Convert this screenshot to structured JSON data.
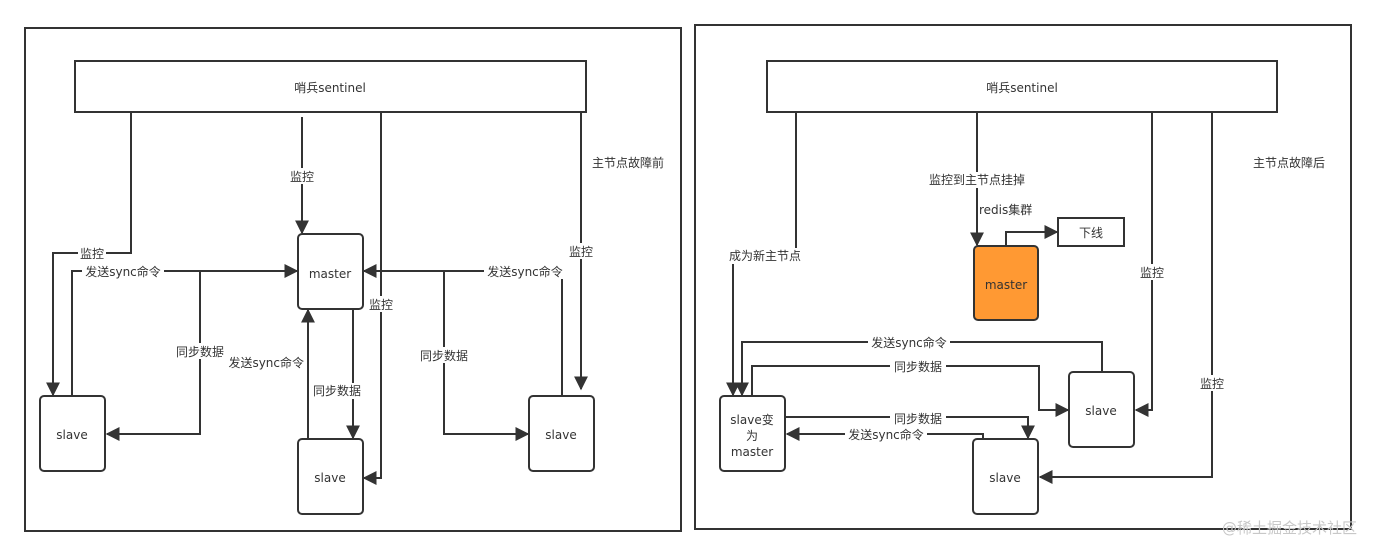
{
  "colors": {
    "stroke": "#333333",
    "failed_master_fill": "#FF9933",
    "node_fill": "#ffffff",
    "watermark": "#c8c8c8"
  },
  "left_panel": {
    "caption": "主节点故障前",
    "sentinel": "哨兵sentinel",
    "master": "master",
    "slave_left": "slave",
    "slave_bottom": "slave",
    "slave_right": "slave",
    "edges": {
      "monitor_master": "监控",
      "monitor_slave_left": "监控",
      "monitor_slave_bottom": "监控",
      "monitor_slave_right": "监控",
      "sync_cmd_left": "发送sync命令",
      "sync_data_left": "同步数据",
      "sync_cmd_bottom": "发送sync命令",
      "sync_data_bottom": "同步数据",
      "sync_cmd_right": "发送sync命令",
      "sync_data_right": "同步数据"
    }
  },
  "right_panel": {
    "caption": "主节点故障后",
    "sentinel": "哨兵sentinel",
    "failed_master": "master",
    "offline": "下线",
    "new_master_lines": [
      "slave变",
      "为",
      "master"
    ],
    "slave_right": "slave",
    "slave_bottom": "slave",
    "edges": {
      "detect_failure": "监控到主节点挂掉",
      "cluster": "redis集群",
      "promote": "成为新主节点",
      "monitor_slave_right": "监控",
      "monitor_slave_bottom": "监控",
      "sync_cmd_top": "发送sync命令",
      "sync_data_top": "同步数据",
      "sync_data_bottom": "同步数据",
      "sync_cmd_bottom": "发送sync命令"
    }
  },
  "watermark": "@稀土掘金技术社区"
}
